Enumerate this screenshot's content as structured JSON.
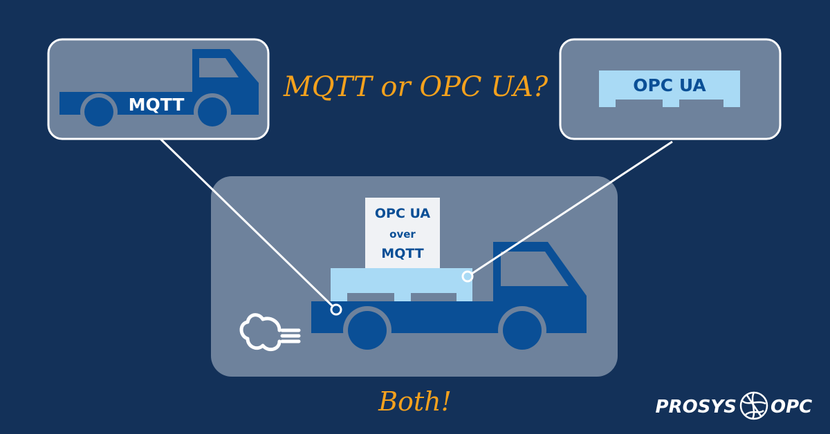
{
  "headline": {
    "question": "MQTT or OPC UA?",
    "answer": "Both!"
  },
  "callouts": {
    "left": {
      "truck_label": "MQTT"
    },
    "right": {
      "pallet_label": "OPC UA"
    }
  },
  "main_scene": {
    "cargo_box": {
      "line1": "OPC UA",
      "line2": "over",
      "line3": "MQTT"
    }
  },
  "logo": {
    "left_word": "PROSYS",
    "right_word": "OPC"
  },
  "colors": {
    "background": "#133159",
    "panel": "#6e829c",
    "truck_blue": "#0a4f96",
    "pallet_light_blue": "#a9daf5",
    "headline_orange": "#f4a11d",
    "white": "#ffffff"
  },
  "icons": {
    "truck": "truck-icon",
    "pallet": "pallet-icon",
    "exhaust": "exhaust-cloud-icon",
    "logo": "prosys-globe-icon"
  }
}
